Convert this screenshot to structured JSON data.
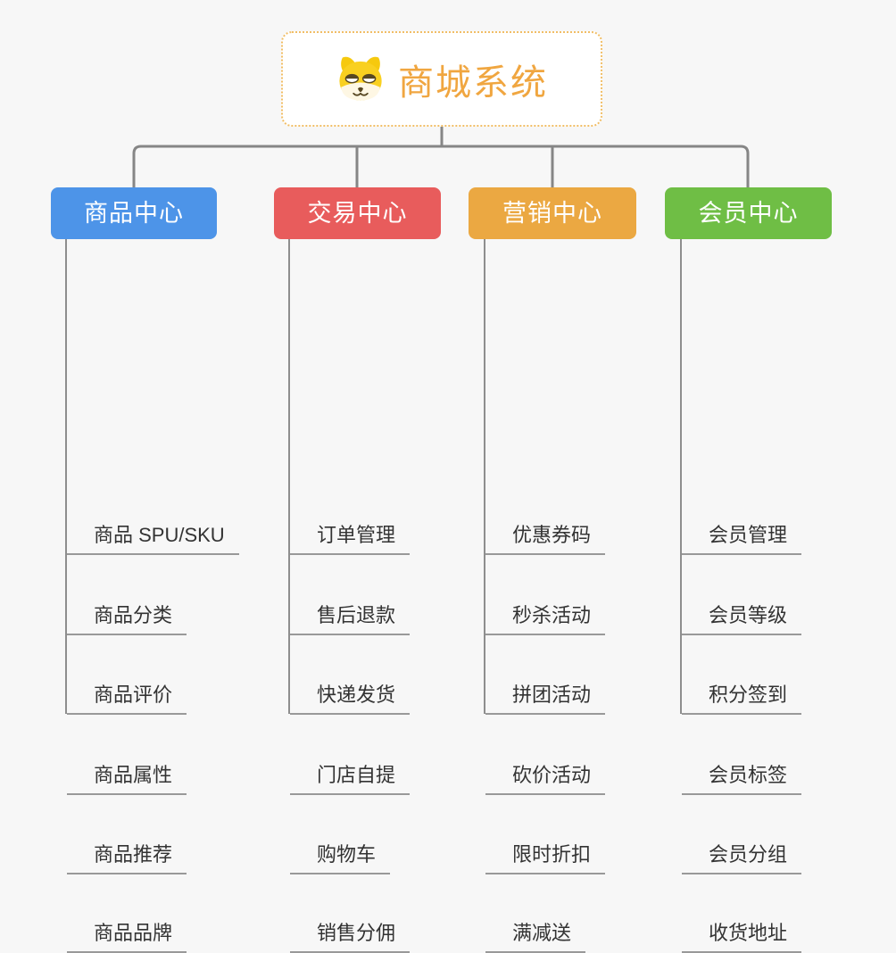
{
  "root": {
    "label": "商城系统",
    "text_color": "#F0A640",
    "border_color": "#F1BE66",
    "icon": "dog-icon"
  },
  "branches": [
    {
      "label": "商品中心",
      "color": "#4D94E8",
      "items": [
        "商品 SPU/SKU",
        "商品分类",
        "商品评价",
        "商品属性",
        "商品推荐",
        "商品品牌"
      ]
    },
    {
      "label": "交易中心",
      "color": "#E85C5C",
      "items": [
        "订单管理",
        "售后退款",
        "快递发货",
        "门店自提",
        "购物车",
        "销售分佣"
      ]
    },
    {
      "label": "营销中心",
      "color": "#EBA842",
      "items": [
        "优惠券码",
        "秒杀活动",
        "拼团活动",
        "砍价活动",
        "限时折扣",
        "满减送"
      ]
    },
    {
      "label": "会员中心",
      "color": "#6FBE45",
      "items": [
        "会员管理",
        "会员等级",
        "积分签到",
        "会员标签",
        "会员分组",
        "收货地址"
      ]
    }
  ],
  "style": {
    "connector_color": "#868686",
    "item_line_color": "#999999",
    "item_text_color": "#333333",
    "background_color": "#F7F7F7",
    "dog_yellow": "#F9D020",
    "dog_cream": "#FEF7E4",
    "dog_dark": "#574722"
  }
}
